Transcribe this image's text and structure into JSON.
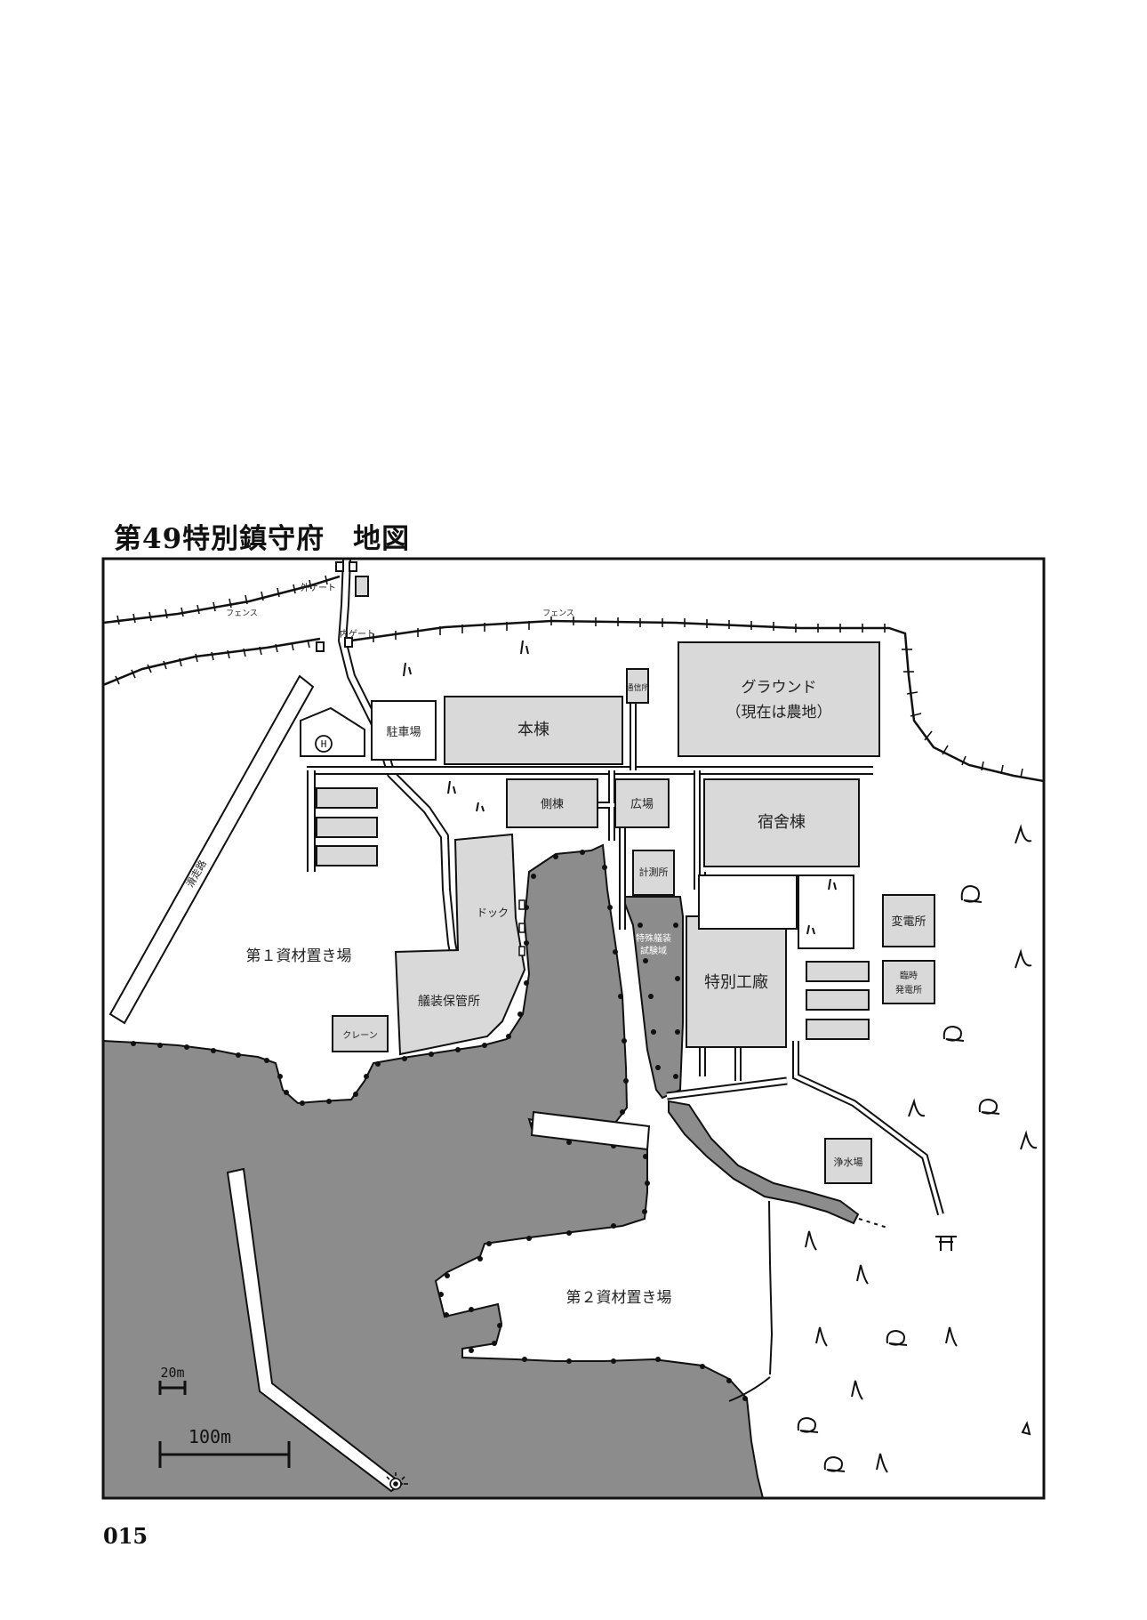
{
  "title": "第49特別鎮守府　地図",
  "page_number": "015",
  "colors": {
    "sea": "#8c8c8c",
    "building": "#d9d9d9",
    "line": "#111111",
    "land": "#ffffff"
  },
  "labels": {
    "outer_gate": "外ゲート",
    "inner_gate": "内ゲート",
    "fence_left": "フェンス",
    "fence_right": "フェンス",
    "parking": "駐車場",
    "main_building": "本棟",
    "comms": "通信所",
    "ground_line1": "グラウンド",
    "ground_line2": "（現在は農地）",
    "heliport": "H",
    "side_building": "側棟",
    "plaza": "広場",
    "dormitory": "宿舍棟",
    "runway": "滑走路",
    "measurement": "計測所",
    "dock": "ドック",
    "test_area_line1": "特殊艤装",
    "test_area_line2": "試験域",
    "substation": "変電所",
    "temp_power_line1": "臨時",
    "temp_power_line2": "発電所",
    "special_arsenal": "特別工廠",
    "material_yard_1": "第１資材置き場",
    "outfitting_storage": "艤装保管所",
    "crane": "クレーン",
    "water_plant": "浄水場",
    "material_yard_2": "第２資材置き場",
    "scale_20": "20m",
    "scale_100": "100m"
  },
  "icons": [
    "tree-icon",
    "lighthouse-icon",
    "shrine-gate-icon",
    "heliport-icon",
    "fence-icon"
  ]
}
